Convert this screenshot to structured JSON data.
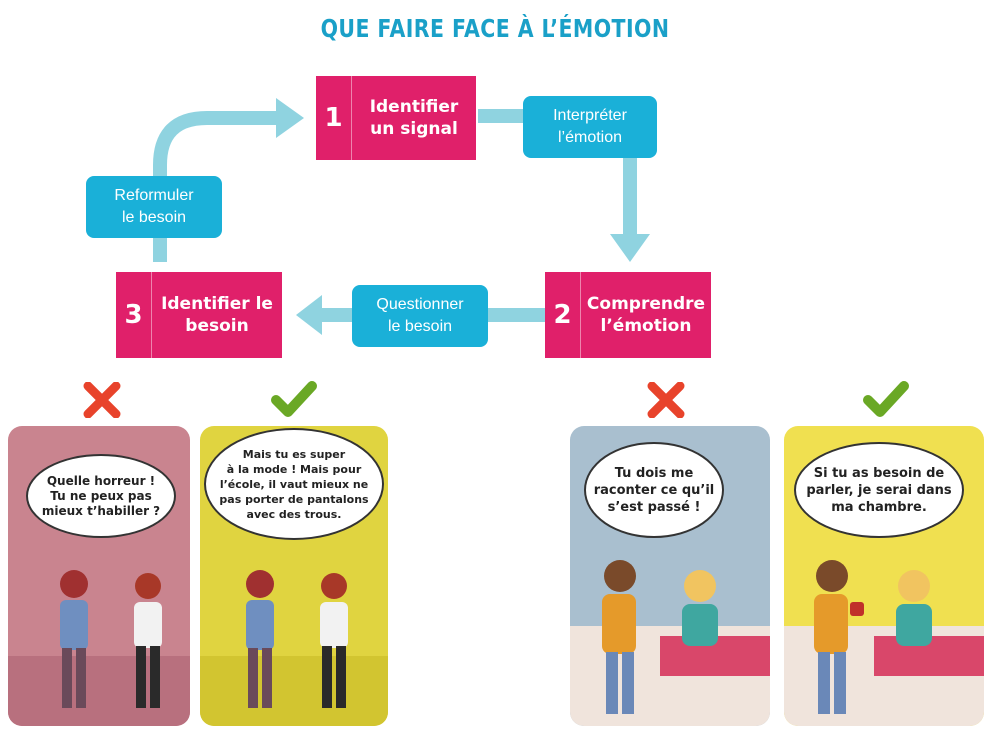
{
  "title": "QUE FAIRE FACE À L’ÉMOTION",
  "steps": [
    {
      "num": "1",
      "label": "Identifier\nun signal"
    },
    {
      "num": "2",
      "label": "Comprendre\nl’émotion"
    },
    {
      "num": "3",
      "label": "Identifier le\nbesoin"
    }
  ],
  "actions": {
    "interpret": "Interpréter\nl’émotion",
    "question": "Questionner\nle besoin",
    "reformulate": "Reformuler\nle besoin"
  },
  "panels": [
    {
      "verdict": "wrong",
      "bubble": "Quelle horreur !\nTu ne peux pas\nmieux t’habiller ?"
    },
    {
      "verdict": "right",
      "bubble": "Mais tu es super\nà la mode ! Mais pour\nl’école, il vaut mieux ne\npas porter de pantalons\navec des trous."
    },
    {
      "verdict": "wrong",
      "bubble": "Tu dois me\nraconter ce qu’il\ns’est passé !"
    },
    {
      "verdict": "right",
      "bubble": "Si tu as besoin de\nparler, je serai dans\nma chambre."
    }
  ],
  "colors": {
    "accent_blue": "#1ab0d8",
    "step_pink": "#e0206a",
    "arrow": "#8fd3e0",
    "wrong": "#e8432b",
    "right": "#6aa825"
  }
}
